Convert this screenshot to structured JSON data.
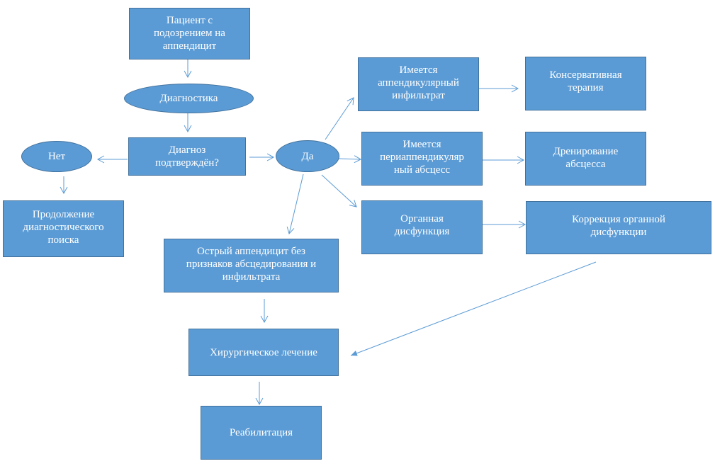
{
  "diagram": {
    "title": "Алгоритм ведения пациента с подозрением на аппендицит",
    "colors": {
      "node_fill": "#5b9bd5",
      "node_border": "#41719c",
      "edge": "#5b9bd5",
      "text": "#ffffff"
    },
    "nodes": {
      "patient": "Пациент с\nподозрением на\nаппендицит",
      "diagnostics": "Диагностика",
      "confirmed": "Диагноз\nподтверждён?",
      "no": "Нет",
      "yes": "Да",
      "continue_search": "Продолжение\nдиагностического\nпоиска",
      "infiltrate": "Имеется\nаппендикулярный\nинфильтрат",
      "conservative": "Консервативная\nтерапия",
      "abscess": "Имеется\nпериаппендикуляр\nный абсцесс",
      "drainage": "Дренирование\nабсцесса",
      "organ_dysfunction": "Органная\nдисфункция",
      "organ_correction": "Коррекция органной\nдисфункции",
      "acute_uncomplicated": "Острый аппендицит без\nпризнаков абсцедирования и\nинфильтрата",
      "surgery": "Хирургическое лечение",
      "rehab": "Реабилитация"
    },
    "edges": [
      {
        "from": "patient",
        "to": "diagnostics"
      },
      {
        "from": "diagnostics",
        "to": "confirmed"
      },
      {
        "from": "confirmed",
        "to": "no"
      },
      {
        "from": "confirmed",
        "to": "yes"
      },
      {
        "from": "no",
        "to": "continue_search"
      },
      {
        "from": "yes",
        "to": "infiltrate"
      },
      {
        "from": "yes",
        "to": "abscess"
      },
      {
        "from": "yes",
        "to": "organ_dysfunction"
      },
      {
        "from": "yes",
        "to": "acute_uncomplicated"
      },
      {
        "from": "infiltrate",
        "to": "conservative"
      },
      {
        "from": "abscess",
        "to": "drainage"
      },
      {
        "from": "organ_dysfunction",
        "to": "organ_correction"
      },
      {
        "from": "organ_correction",
        "to": "surgery"
      },
      {
        "from": "acute_uncomplicated",
        "to": "surgery"
      },
      {
        "from": "surgery",
        "to": "rehab"
      }
    ]
  }
}
